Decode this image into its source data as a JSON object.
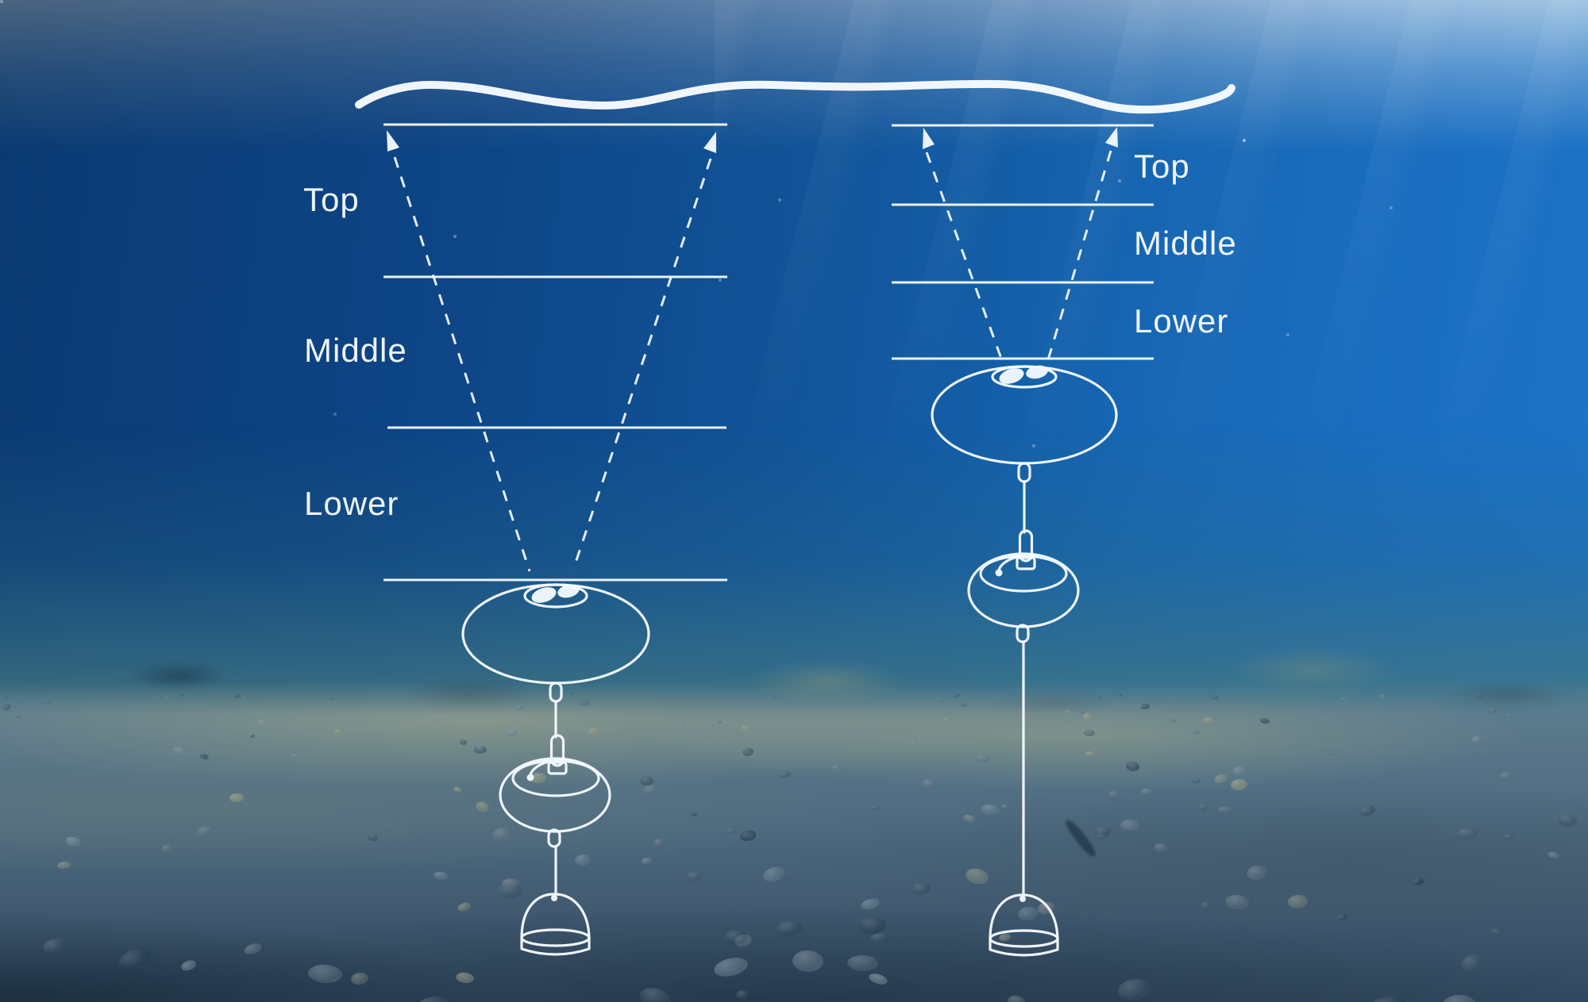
{
  "zones": {
    "left": [
      "Top",
      "Middle",
      "Lower"
    ],
    "right": [
      "Top",
      "Middle",
      "Lower"
    ]
  },
  "diagram": {
    "surface": "water-surface-wave",
    "moorings": [
      {
        "id": "left",
        "components": [
          "adcp-instrument-buoy",
          "mid-float",
          "anchor-weight"
        ],
        "beam": "upward-looking-sampling-cone"
      },
      {
        "id": "right",
        "components": [
          "adcp-instrument-buoy",
          "mid-float",
          "anchor-weight"
        ],
        "beam": "upward-looking-sampling-cone"
      }
    ]
  },
  "colors": {
    "diagram_line": "#f2f8ff",
    "label_text": "#eef4fb",
    "water_left": "#0b3a72",
    "water_right": "#1d74c7",
    "haze_top_left": "#4c6680",
    "haze_top_right": "#aac9e4",
    "seafloor_far": "#4a7490",
    "seafloor_sand": "#9fa583",
    "seafloor_pebble_dark": "#2e4a62",
    "seafloor_pebble_light": "#7d94a0"
  }
}
